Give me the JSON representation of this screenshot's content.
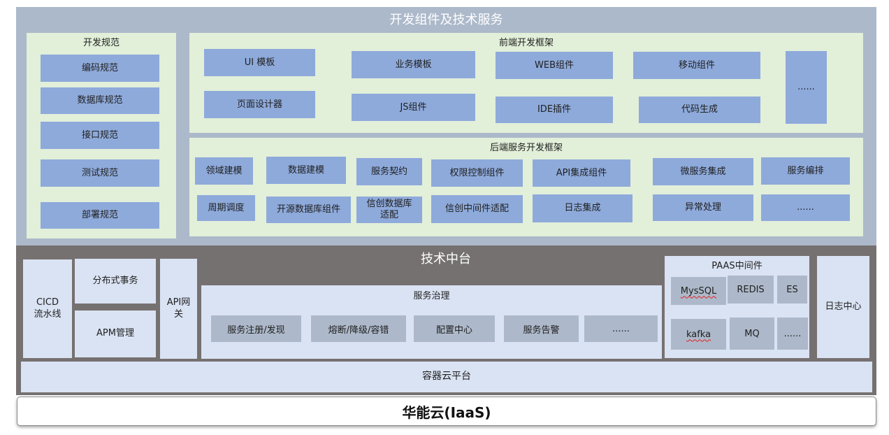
{
  "top": {
    "title": "开发组件及技术服务",
    "dev_spec": {
      "title": "开发规范",
      "items": [
        "编码规范",
        "数据库规范",
        "接口规范",
        "测试规范",
        "部署规范"
      ]
    },
    "frontend": {
      "title": "前端开发框架",
      "items": [
        "UI 模板",
        "页面设计器",
        "业务模板",
        "JS组件",
        "WEB组件",
        "IDE插件",
        "移动组件",
        "代码生成",
        "......"
      ]
    },
    "backend": {
      "title": "后端服务开发框架",
      "items": [
        "领域建模",
        "周期调度",
        "数据建模",
        "开源数据库组件",
        "服务契约",
        "信创数据库\n适配",
        "权限控制组件",
        "信创中间件适配",
        "API集成组件",
        "日志集成",
        "微服务集成",
        "异常处理",
        "服务编排",
        "......"
      ]
    }
  },
  "middle": {
    "title": "技术中台",
    "cicd": "CICD\n流水线",
    "distributed_tx": "分布式事务",
    "apm": "APM管理",
    "api_gateway": "API网\n关",
    "governance": {
      "title": "服务治理",
      "items": [
        "服务注册/发现",
        "熔断/降级/容错",
        "配置中心",
        "服务告警",
        "......"
      ]
    },
    "paas": {
      "title": "PAAS中间件",
      "items": [
        "MysSQL",
        "REDIS",
        "ES",
        "kafka",
        "MQ",
        "......"
      ]
    },
    "log_center": "日志中心",
    "container_platform": "容器云平台"
  },
  "bottom": {
    "label": "华能云(IaaS)"
  },
  "colors": {
    "top_background": "#acb9ca",
    "panel_green": "#e2efd9",
    "box_blue": "#8eaadb",
    "middle_background": "#767171",
    "light_box": "#dae3f3",
    "gray_box": "#adb9ca"
  }
}
